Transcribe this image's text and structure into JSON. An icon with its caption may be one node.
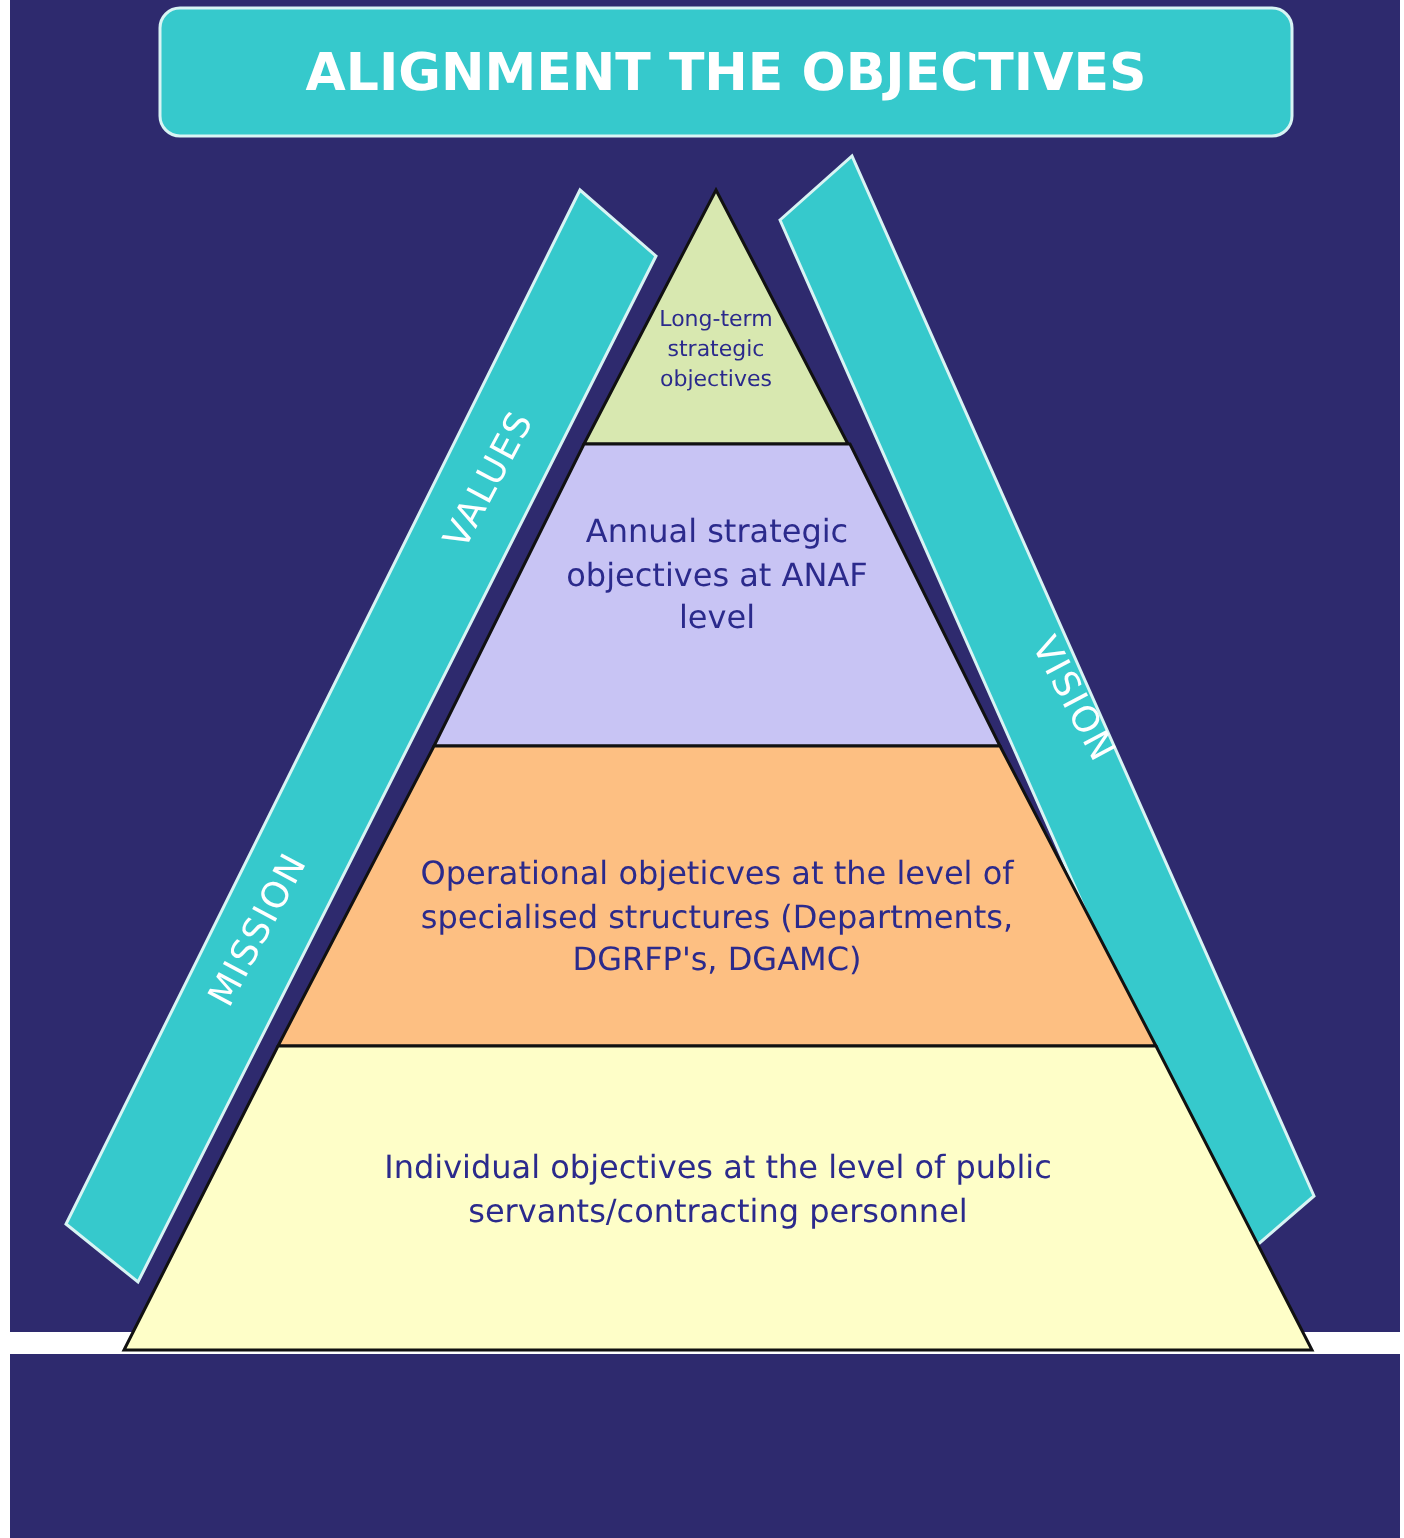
{
  "diagram": {
    "nodes": [
      {
        "text": [
          "ALIGNMENT THE OBJECTIVES"
        ]
      },
      {
        "text": [
          "Long-term strategic objectives"
        ]
      },
      {
        "text": [
          "Annual strategic objectives at ANAF level"
        ]
      },
      {
        "text": [
          "Operational objeticves at the level of specialised structures (Departments, DGRFP's, DGAMC)"
        ]
      },
      {
        "text": [
          "Individual objectives at the level of public servants/contracting personnel"
        ]
      },
      {
        "text": [
          "VALUES",
          "MISSION"
        ]
      },
      {
        "text": [
          "VISION"
        ]
      }
    ]
  }
}
